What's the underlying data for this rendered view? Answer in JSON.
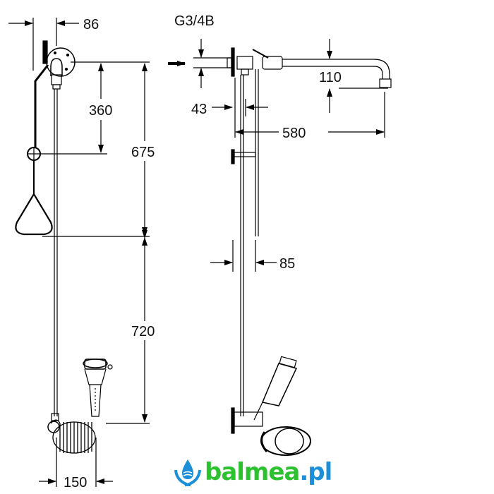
{
  "drawing": {
    "front_view": {
      "dim_wall_offset": "86",
      "dim_handle_height": "360",
      "dim_upper_height": "675",
      "dim_lower_height": "720",
      "dim_hose_spacing": "150"
    },
    "side_view": {
      "thread_label": "G3/4B",
      "dim_head_drop": "110",
      "dim_plate_offset": "43",
      "dim_arm_length": "580",
      "dim_pipe_offset": "85"
    }
  },
  "logo": {
    "name": "balmea",
    "tld": ".pl",
    "brand_color": "#2bc12f",
    "accent_color": "#1c8fd8"
  }
}
